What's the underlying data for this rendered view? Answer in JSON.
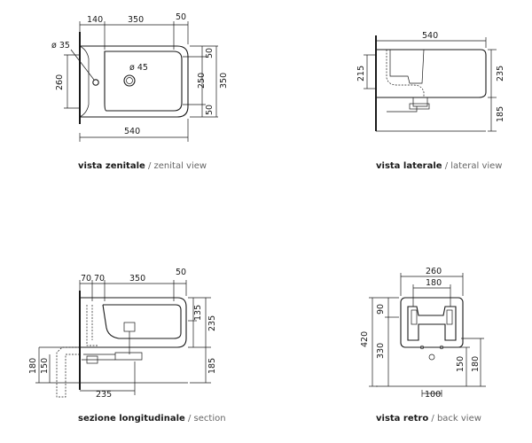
{
  "views": {
    "zenital": {
      "caption_bold": "vista zenitale",
      "caption_light": " / zenital view",
      "dims": {
        "top_a": "140",
        "top_b": "350",
        "top_c": "50",
        "bottom": "540",
        "right_a": "50",
        "right_b": "250",
        "right_c": "50",
        "right_total": "350",
        "left": "260",
        "hole": "ø 35",
        "drain": "ø 45"
      }
    },
    "lateral": {
      "caption_bold": "vista laterale",
      "caption_light": " / lateral view",
      "dims": {
        "top": "540",
        "left": "215",
        "right_a": "235",
        "right_b": "185"
      }
    },
    "section": {
      "caption_bold": "sezione longitudinale",
      "caption_light": " / section",
      "dims": {
        "top_a": "70",
        "top_b": "70",
        "top_c": "350",
        "top_d": "50",
        "right_a": "135",
        "right_b": "235",
        "right_c": "185",
        "left_a": "180",
        "left_b": "150",
        "bottom": "235"
      }
    },
    "back": {
      "caption_bold": "vista retro",
      "caption_light": " / back view",
      "dims": {
        "top_a": "260",
        "top_b": "180",
        "left_a": "420",
        "left_b": "90",
        "left_c": "330",
        "right_a": "150",
        "right_b": "180",
        "bottom": "100"
      }
    }
  }
}
